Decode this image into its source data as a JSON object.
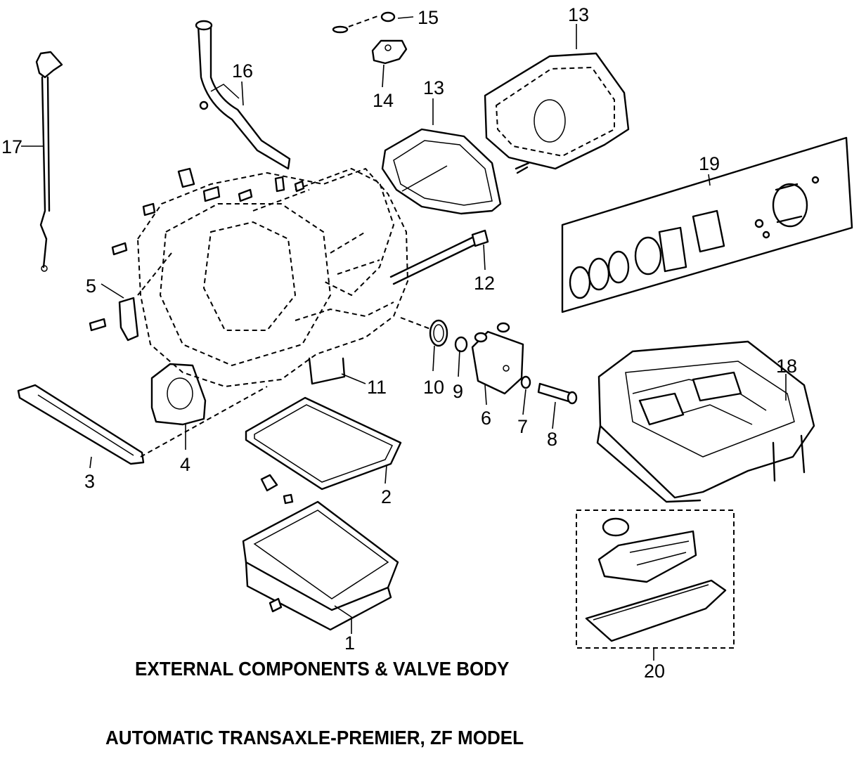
{
  "callouts": {
    "c1": "1",
    "c2": "2",
    "c3": "3",
    "c4": "4",
    "c5": "5",
    "c6": "6",
    "c7": "7",
    "c8": "8",
    "c9": "9",
    "c10": "10",
    "c11": "11",
    "c12": "12",
    "c13a": "13",
    "c13b": "13",
    "c14": "14",
    "c15": "15",
    "c16": "16",
    "c17": "17",
    "c18": "18",
    "c19": "19",
    "c20": "20"
  },
  "captions": {
    "title": "EXTERNAL COMPONENTS & VALVE BODY",
    "subtitle": "AUTOMATIC TRANSAXLE-PREMIER, ZF MODEL"
  }
}
